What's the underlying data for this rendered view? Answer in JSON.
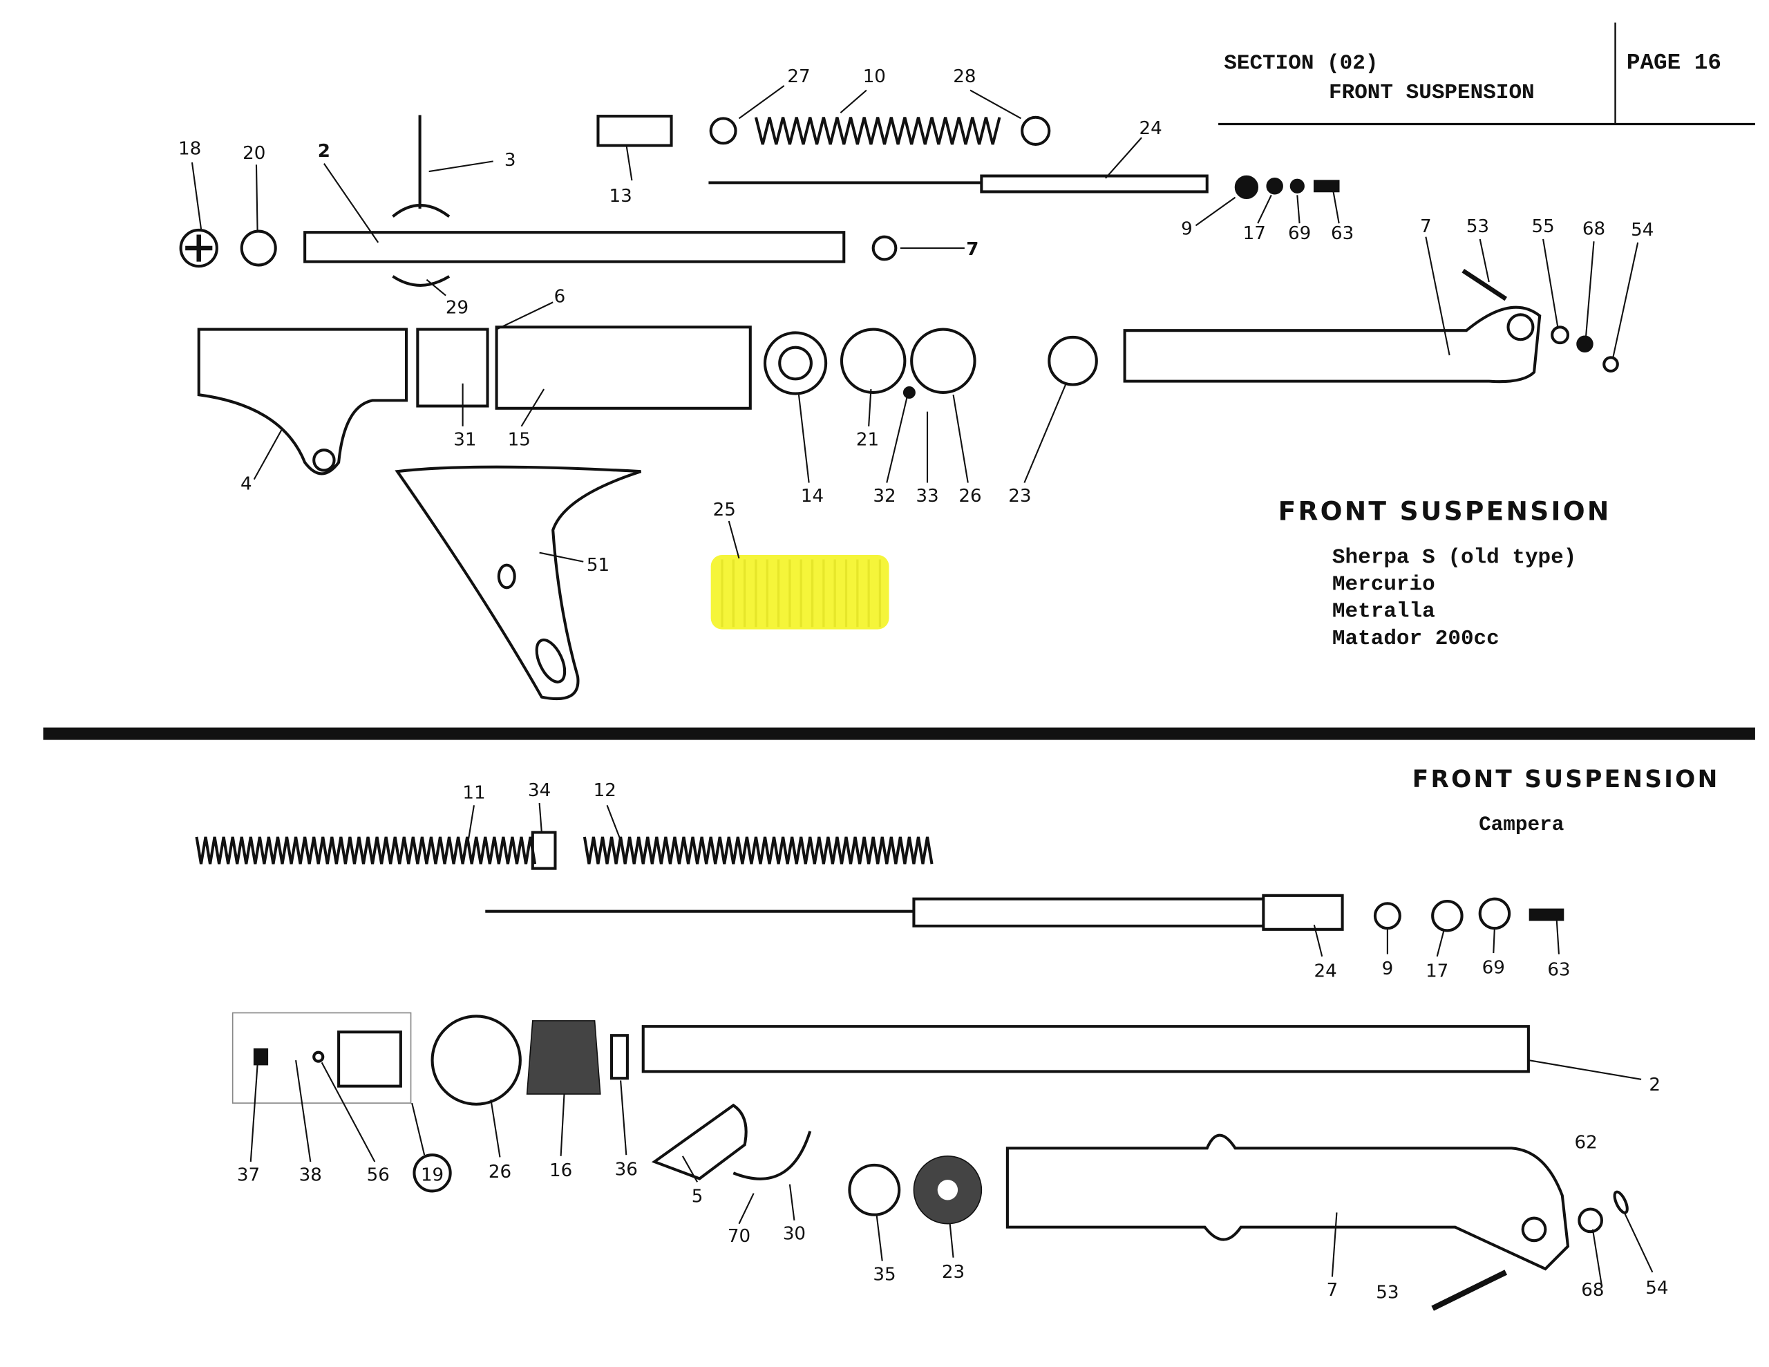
{
  "header": {
    "section": "SECTION (02)",
    "section_title": "FRONT SUSPENSION",
    "page": "PAGE 16"
  },
  "top_diagram": {
    "title": "FRONT SUSPENSION",
    "models": [
      "Sherpa S (old type)",
      "Mercurio",
      "Metralla",
      "Matador 200cc"
    ],
    "highlight_color": "#f5f53a",
    "highlighted_part": "25",
    "labels": [
      "27",
      "10",
      "28",
      "24",
      "13",
      "3",
      "18",
      "20",
      "2",
      "7",
      "9",
      "17",
      "69",
      "63",
      "7",
      "53",
      "55",
      "68",
      "54",
      "29",
      "6",
      "31",
      "15",
      "4",
      "14",
      "21",
      "32",
      "33",
      "26",
      "23",
      "25",
      "51"
    ]
  },
  "bottom_diagram": {
    "title": "FRONT SUSPENSION",
    "model": "Campera",
    "labels": [
      "11",
      "34",
      "12",
      "24",
      "9",
      "17",
      "69",
      "63",
      "2",
      "62",
      "37",
      "38",
      "56",
      "19",
      "26",
      "16",
      "36",
      "5",
      "70",
      "30",
      "35",
      "23",
      "7",
      "53",
      "68",
      "54"
    ]
  }
}
